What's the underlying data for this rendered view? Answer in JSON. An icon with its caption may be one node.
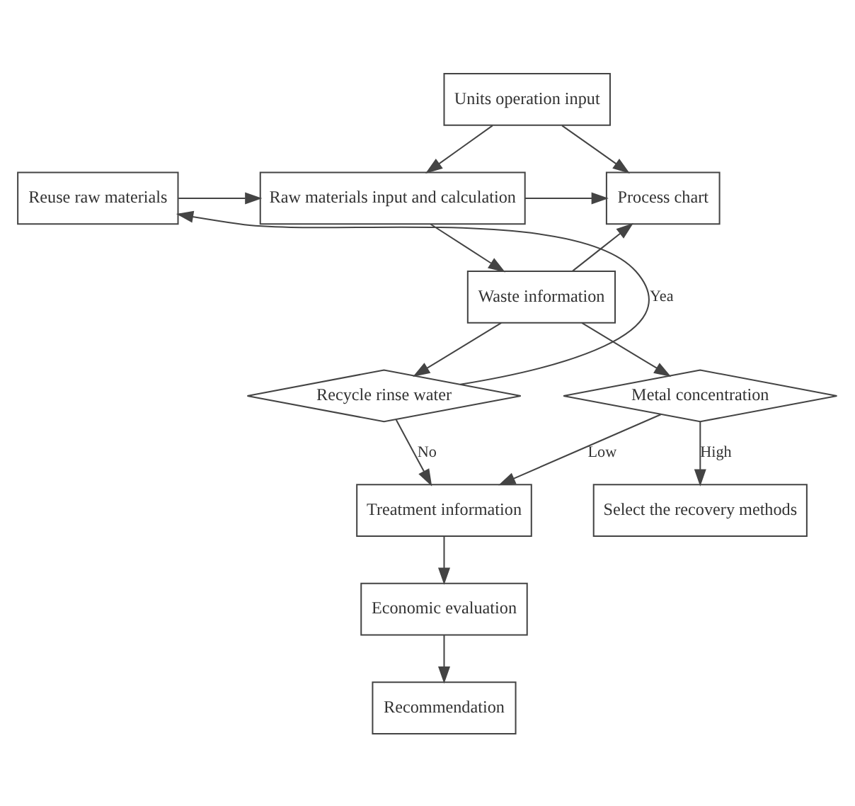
{
  "diagram": {
    "nodes": [
      {
        "text": [
          "Units operation input"
        ]
      },
      {
        "text": [
          "Process chart"
        ]
      },
      {
        "text": [
          "Raw materials input and calculation"
        ]
      },
      {
        "text": [
          "Reuse raw materials"
        ]
      },
      {
        "text": [
          "Waste information"
        ]
      },
      {
        "text": [
          "Metal concentration"
        ]
      },
      {
        "text": [
          "Select the recovery methods"
        ]
      },
      {
        "text": [
          "Recycle rinse water"
        ]
      },
      {
        "text": [
          "Treatment information"
        ]
      },
      {
        "text": [
          "Economic evaluation"
        ]
      },
      {
        "text": [
          "Recommendation"
        ]
      }
    ],
    "edges": [
      {
        "from": 0,
        "to": 1,
        "arrow": "to"
      },
      {
        "from": 0,
        "to": 2,
        "arrow": "to"
      },
      {
        "from": 2,
        "to": 1,
        "arrow": "to"
      },
      {
        "from": 3,
        "to": 2,
        "arrow": "to"
      },
      {
        "from": 7,
        "to": 3,
        "arrow": "to",
        "label": "Yea"
      },
      {
        "from": 2,
        "to": 4,
        "arrow": "to"
      },
      {
        "from": 4,
        "to": 1,
        "arrow": "to"
      },
      {
        "from": 4,
        "to": 5,
        "arrow": "to"
      },
      {
        "from": 4,
        "to": 7,
        "arrow": "to"
      },
      {
        "from": 5,
        "to": 6,
        "arrow": "to",
        "label": "High"
      },
      {
        "from": 5,
        "to": 8,
        "arrow": "to",
        "label": "Low"
      },
      {
        "from": 7,
        "to": 8,
        "arrow": "to",
        "label": "No"
      },
      {
        "from": 8,
        "to": 9,
        "arrow": "to"
      },
      {
        "from": 9,
        "to": 10,
        "arrow": "to"
      }
    ]
  }
}
